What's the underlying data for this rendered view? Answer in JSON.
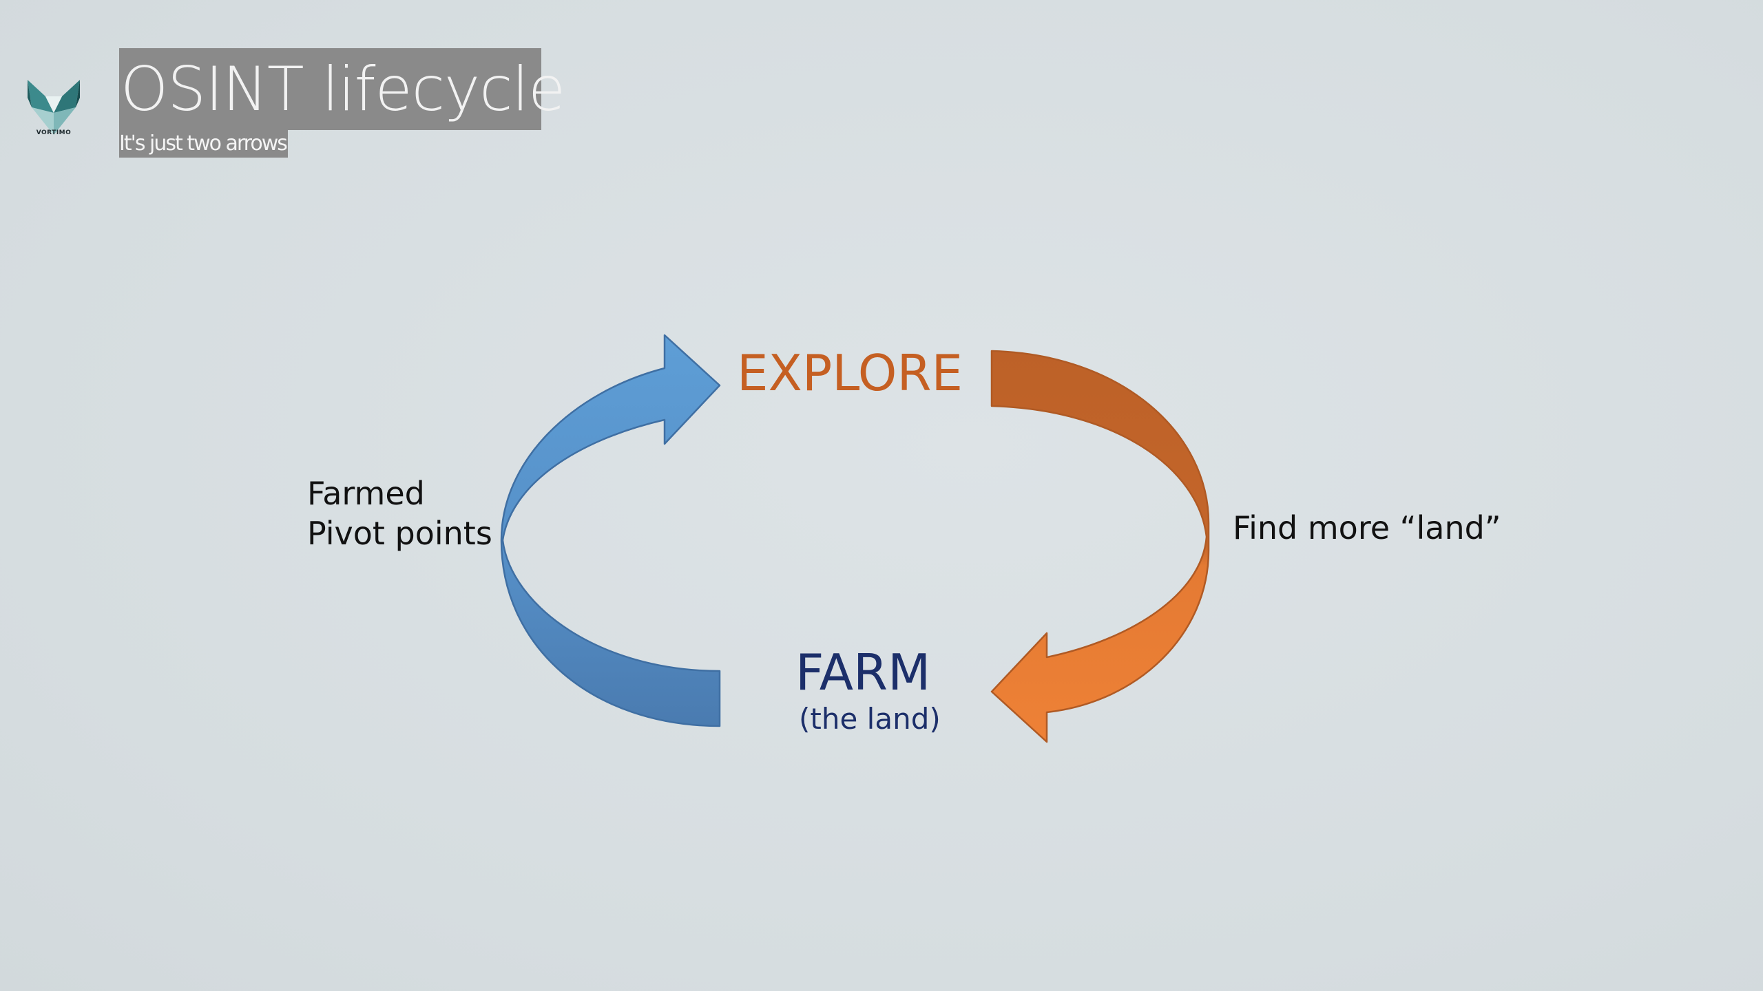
{
  "slide": {
    "title": "OSINT lifecycle",
    "subtitle": "It's just two arrows",
    "logo_text": "VORTIMO"
  },
  "diagram": {
    "explore_label": "EXPLORE",
    "farm_label": "FARM",
    "farm_sublabel": "(the land)",
    "left_label_line1": "Farmed",
    "left_label_line2": "Pivot points",
    "right_label": "Find more “land”"
  },
  "colors": {
    "background": "#d9dfe2",
    "explore": "#c55f22",
    "farm": "#1c2f6a",
    "blue_arrow_light": "#5e9ed6",
    "blue_arrow_dark": "#4a7bb0",
    "orange_arrow_light": "#ee8136",
    "orange_arrow_dark": "#bd6128",
    "title_box": "#8a8a8a"
  },
  "icons": [
    "vortimo-logo-icon",
    "blue-curved-arrow-icon",
    "orange-curved-arrow-icon"
  ]
}
